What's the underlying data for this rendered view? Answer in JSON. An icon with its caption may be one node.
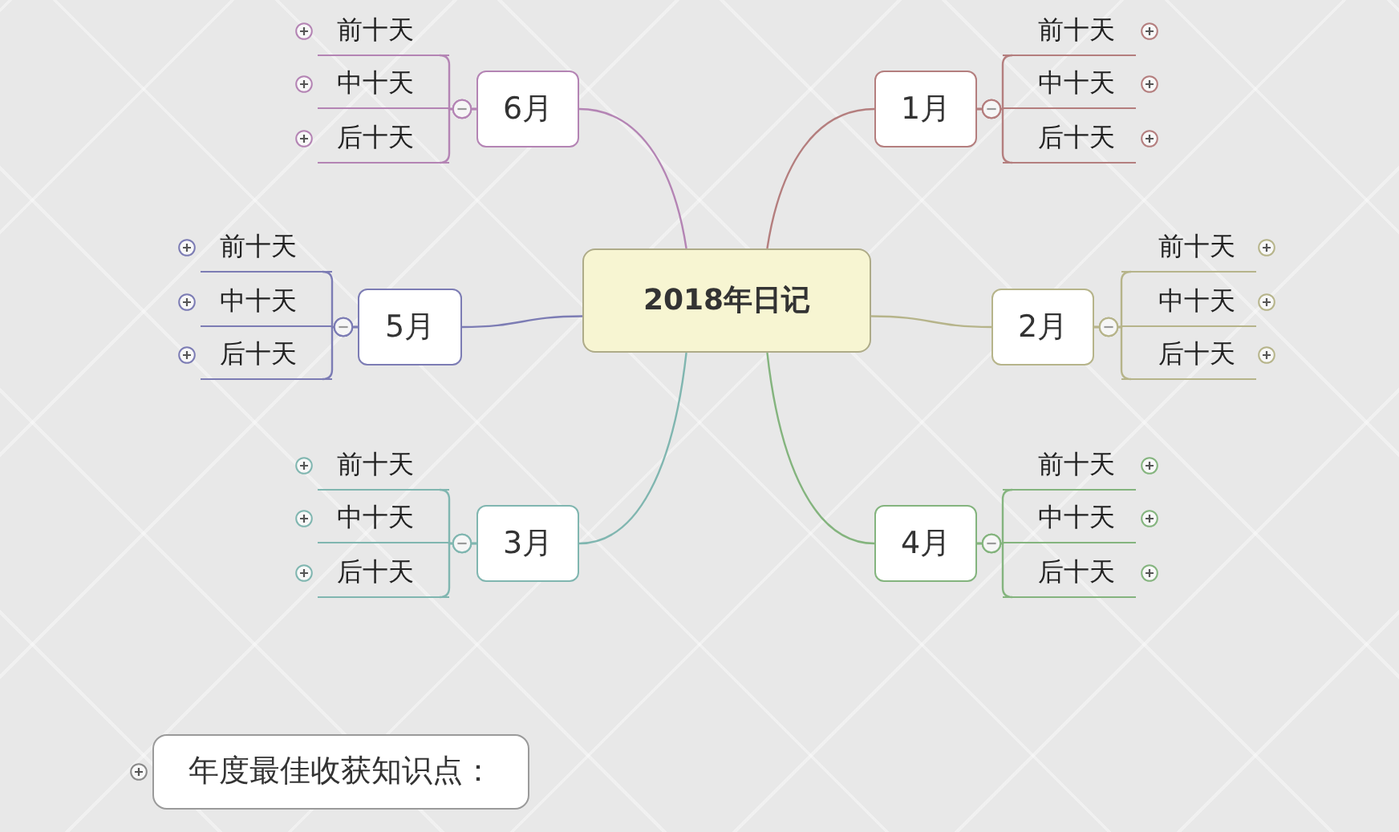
{
  "diagram": {
    "nodes": [
      {
        "text": [
          "2018年日记"
        ]
      },
      {
        "text": [
          "1月"
        ]
      },
      {
        "text": [
          "前十天"
        ]
      },
      {
        "text": [
          "中十天"
        ]
      },
      {
        "text": [
          "后十天"
        ]
      },
      {
        "text": [
          "2月"
        ]
      },
      {
        "text": [
          "前十天"
        ]
      },
      {
        "text": [
          "中十天"
        ]
      },
      {
        "text": [
          "后十天"
        ]
      },
      {
        "text": [
          "3月"
        ]
      },
      {
        "text": [
          "前十天"
        ]
      },
      {
        "text": [
          "中十天"
        ]
      },
      {
        "text": [
          "后十天"
        ]
      },
      {
        "text": [
          "4月"
        ]
      },
      {
        "text": [
          "前十天"
        ]
      },
      {
        "text": [
          "中十天"
        ]
      },
      {
        "text": [
          "后十天"
        ]
      },
      {
        "text": [
          "5月"
        ]
      },
      {
        "text": [
          "前十天"
        ]
      },
      {
        "text": [
          "中十天"
        ]
      },
      {
        "text": [
          "后十天"
        ]
      },
      {
        "text": [
          "6月"
        ]
      },
      {
        "text": [
          "前十天"
        ]
      },
      {
        "text": [
          "中十天"
        ]
      },
      {
        "text": [
          "后十天"
        ]
      },
      {
        "text": [
          "年度最佳收获知识点："
        ]
      }
    ],
    "edges": [
      {
        "from": 0,
        "to": 1,
        "arrow": "none",
        "color": "#b47e7e"
      },
      {
        "from": 1,
        "to": 2,
        "arrow": "other",
        "color": "#b47e7e"
      },
      {
        "from": 1,
        "to": 3,
        "arrow": "other",
        "color": "#b47e7e"
      },
      {
        "from": 1,
        "to": 4,
        "arrow": "other",
        "color": "#b47e7e"
      },
      {
        "from": 0,
        "to": 5,
        "arrow": "none",
        "color": "#b6b48a"
      },
      {
        "from": 5,
        "to": 6,
        "arrow": "other",
        "color": "#b6b48a"
      },
      {
        "from": 5,
        "to": 7,
        "arrow": "other",
        "color": "#b6b48a"
      },
      {
        "from": 5,
        "to": 8,
        "arrow": "other",
        "color": "#b6b48a"
      },
      {
        "from": 0,
        "to": 9,
        "arrow": "none",
        "color": "#80b6b0"
      },
      {
        "from": 9,
        "to": 10,
        "arrow": "other",
        "color": "#80b6b0"
      },
      {
        "from": 9,
        "to": 11,
        "arrow": "other",
        "color": "#80b6b0"
      },
      {
        "from": 9,
        "to": 12,
        "arrow": "other",
        "color": "#80b6b0"
      },
      {
        "from": 0,
        "to": 13,
        "arrow": "none",
        "color": "#84b47e"
      },
      {
        "from": 13,
        "to": 14,
        "arrow": "other",
        "color": "#84b47e"
      },
      {
        "from": 13,
        "to": 15,
        "arrow": "other",
        "color": "#84b47e"
      },
      {
        "from": 13,
        "to": 16,
        "arrow": "other",
        "color": "#84b47e"
      },
      {
        "from": 0,
        "to": 17,
        "arrow": "none",
        "color": "#7c7cb4"
      },
      {
        "from": 17,
        "to": 18,
        "arrow": "other",
        "color": "#7c7cb4"
      },
      {
        "from": 17,
        "to": 19,
        "arrow": "other",
        "color": "#7c7cb4"
      },
      {
        "from": 17,
        "to": 20,
        "arrow": "other",
        "color": "#7c7cb4"
      },
      {
        "from": 0,
        "to": 21,
        "arrow": "none",
        "color": "#b484b4"
      },
      {
        "from": 21,
        "to": 22,
        "arrow": "other",
        "color": "#b484b4"
      },
      {
        "from": 21,
        "to": 23,
        "arrow": "other",
        "color": "#b484b4"
      },
      {
        "from": 21,
        "to": 24,
        "arrow": "other",
        "color": "#b484b4"
      }
    ]
  }
}
